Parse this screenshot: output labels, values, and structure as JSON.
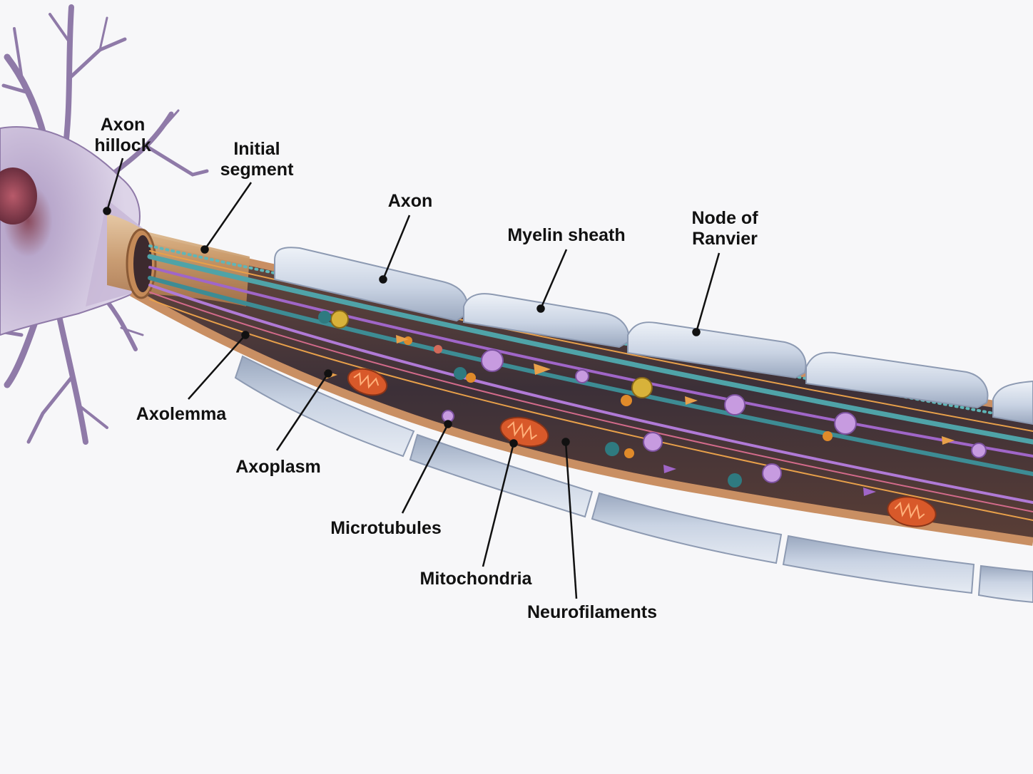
{
  "labels": {
    "axon_hillock": {
      "line1": "Axon",
      "line2": "hillock"
    },
    "initial_segment": {
      "line1": "Initial",
      "line2": "segment"
    },
    "axon": "Axon",
    "myelin_sheath": "Myelin sheath",
    "node_of_ranvier": {
      "line1": "Node of",
      "line2": "Ranvier"
    },
    "axolemma": "Axolemma",
    "axoplasm": "Axoplasm",
    "microtubules": "Microtubules",
    "mitochondria": "Mitochondria",
    "neurofilaments": "Neurofilaments"
  },
  "colors": {
    "background": "#f7f7f9",
    "neuron_body": "#b9a8cc",
    "dendrite": "#8f7aa8",
    "myelin": "#c9d3e3",
    "axolemma": "#c98f63",
    "axoplasm": "#4a3a40",
    "microtubule": "#4fa3a8",
    "neurofilament": "#a066c8",
    "mitochondria": "#d8592a",
    "vesicle": "#c79be0",
    "motor_protein": "#e08a2a",
    "leader_line": "#111111"
  }
}
